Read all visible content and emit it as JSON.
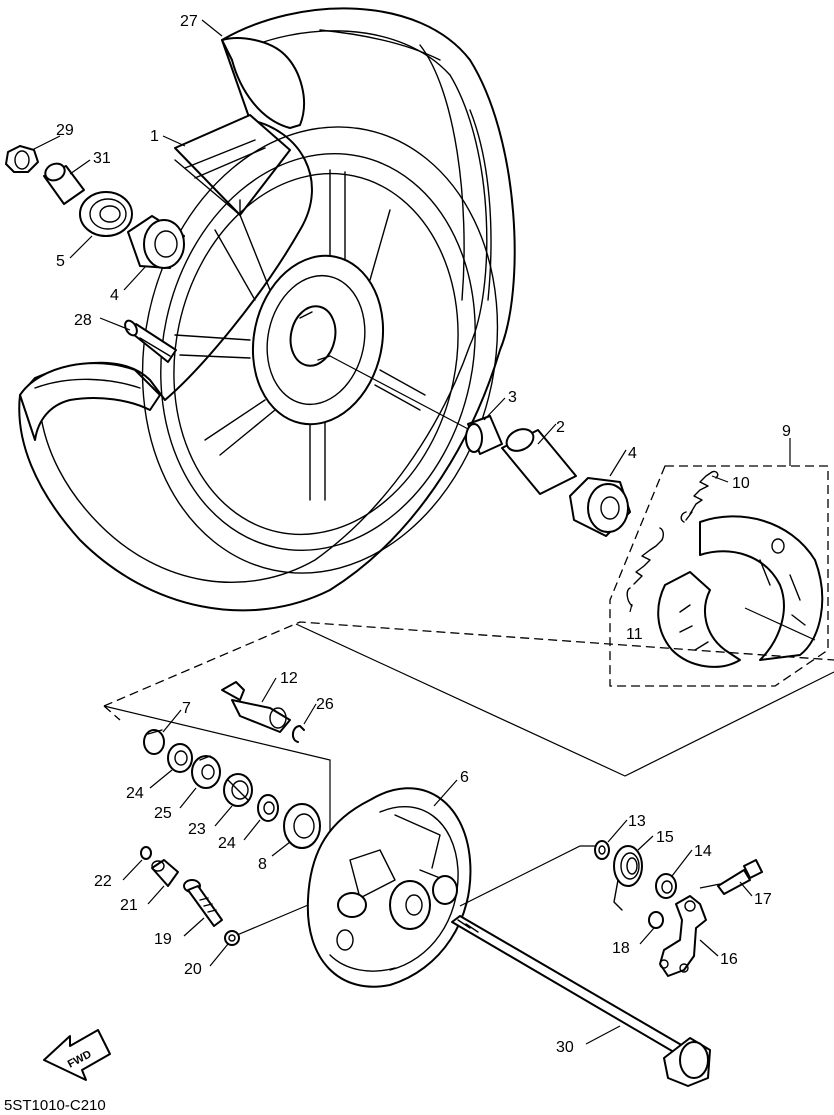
{
  "callouts": {
    "c1": "1",
    "c2": "2",
    "c3": "3",
    "c4a": "4",
    "c4b": "4",
    "c5": "5",
    "c6": "6",
    "c7": "7",
    "c8": "8",
    "c9": "9",
    "c10": "10",
    "c11": "11",
    "c12": "12",
    "c13": "13",
    "c14": "14",
    "c15": "15",
    "c16": "16",
    "c17": "17",
    "c18": "18",
    "c19": "19",
    "c20": "20",
    "c21": "21",
    "c22": "22",
    "c23": "23",
    "c24a": "24",
    "c24b": "24",
    "c25": "25",
    "c26": "26",
    "c27": "27",
    "c28": "28",
    "c29": "29",
    "c30": "30",
    "c31": "31"
  },
  "fwd_arrow": "FWD",
  "drawing_code": "5ST1010-C210"
}
